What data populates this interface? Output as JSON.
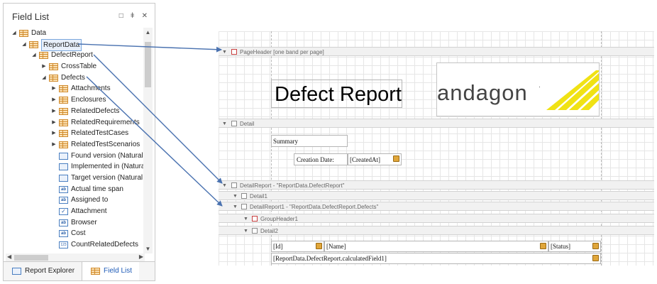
{
  "field_list": {
    "title": "Field List",
    "buttons": [
      "□",
      "ǂ",
      "✕"
    ],
    "items": [
      {
        "label": "Data",
        "expand": "◢",
        "icon": "table"
      },
      {
        "label": "ReportData",
        "expand": "◢",
        "icon": "table"
      },
      {
        "label": "DefectReport",
        "expand": "◢",
        "icon": "table"
      },
      {
        "label": "CrossTable",
        "expand": "▶",
        "icon": "table"
      },
      {
        "label": "Defects",
        "expand": "◢",
        "icon": "table"
      },
      {
        "label": "Attachments",
        "expand": "▶",
        "icon": "table"
      },
      {
        "label": "Enclosures",
        "expand": "▶",
        "icon": "table"
      },
      {
        "label": "RelatedDefects",
        "expand": "▶",
        "icon": "table"
      },
      {
        "label": "RelatedRequirements",
        "expand": "▶",
        "icon": "table"
      },
      {
        "label": "RelatedTestCases",
        "expand": "▶",
        "icon": "table"
      },
      {
        "label": "RelatedTestScenarios",
        "expand": "▶",
        "icon": "table"
      },
      {
        "label": "Found version (Natural",
        "expand": "",
        "icon": "list"
      },
      {
        "label": "Implemented in (Natura",
        "expand": "",
        "icon": "list"
      },
      {
        "label": "Target version (Natural",
        "expand": "",
        "icon": "list"
      },
      {
        "label": "Actual time span",
        "expand": "",
        "icon": "ab"
      },
      {
        "label": "Assigned to",
        "expand": "",
        "icon": "ab"
      },
      {
        "label": "Attachment",
        "expand": "",
        "icon": "check"
      },
      {
        "label": "Browser",
        "expand": "",
        "icon": "ab"
      },
      {
        "label": "Cost",
        "expand": "",
        "icon": "ab"
      },
      {
        "label": "CountRelatedDefects",
        "expand": "",
        "icon": "num"
      }
    ],
    "icon_text": {
      "ab": "ab",
      "check": "✓",
      "num": "123"
    },
    "tabs": [
      {
        "label": "Report Explorer",
        "active": false
      },
      {
        "label": "Field List",
        "active": true
      }
    ]
  },
  "designer": {
    "bands": [
      {
        "label": "PageHeader [one band per page]",
        "icon_color": "red"
      },
      {
        "label": "Detail",
        "icon_color": "gray"
      },
      {
        "label": "DetailReport - \"ReportData.DefectReport\"",
        "icon_color": "gray"
      },
      {
        "label": "Detail1",
        "icon_color": "gray"
      },
      {
        "label": "DetailReport1 - \"ReportData.DefectReport.Defects\"",
        "icon_color": "gray"
      },
      {
        "label": "GroupHeader1",
        "icon_color": "red"
      },
      {
        "label": "Detail2",
        "icon_color": "gray"
      }
    ],
    "report_title": "Defect Report",
    "logo_text": "andagon",
    "logo_mark": "·",
    "summary_label": "Summary",
    "creation_label": "Creation Date:",
    "created_at_field": "[CreatedAt]",
    "id_field": "[Id]",
    "name_field": "[Name]",
    "status_field": "[Status]",
    "calc_field": "[ReportData.DefectReport.calculatedField1]"
  },
  "colors": {
    "arrow": "#4a72b0",
    "logo_yellow": "#f0e214"
  }
}
